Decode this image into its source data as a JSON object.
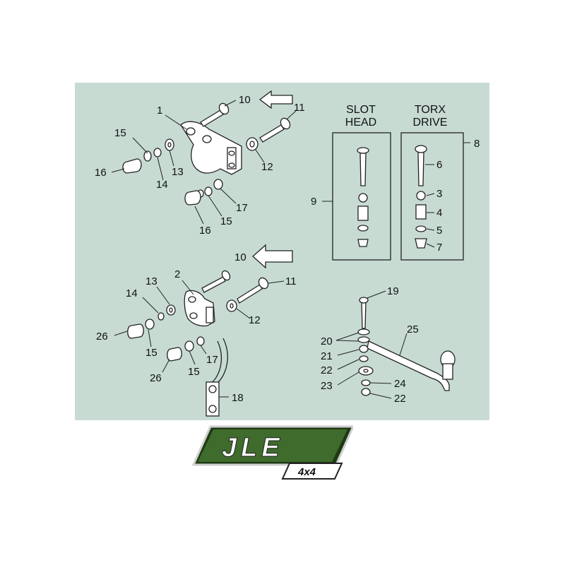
{
  "colors": {
    "panel_bg": "#c7dbd3",
    "logo_green": "#3f6b2c",
    "logo_dark": "#1e3a14"
  },
  "headers": {
    "slot_line1": "SLOT",
    "slot_line2": "HEAD",
    "torx_line1": "TORX",
    "torx_line2": "DRIVE"
  },
  "callouts": {
    "c1": "1",
    "c2": "2",
    "c3": "3",
    "c4": "4",
    "c5": "5",
    "c6": "6",
    "c7": "7",
    "c8": "8",
    "c9": "9",
    "c10a": "10",
    "c10b": "10",
    "c11a": "11",
    "c11b": "11",
    "c12a": "12",
    "c12b": "12",
    "c13a": "13",
    "c13b": "13",
    "c14a": "14",
    "c14b": "14",
    "c15a": "15",
    "c15b": "15",
    "c15c": "15",
    "c15d": "15",
    "c16a": "16",
    "c16b": "16",
    "c17a": "17",
    "c17b": "17",
    "c18": "18",
    "c19": "19",
    "c20": "20",
    "c21": "21",
    "c22a": "22",
    "c22b": "22",
    "c23": "23",
    "c24": "24",
    "c25": "25",
    "c26a": "26",
    "c26b": "26"
  },
  "logo": {
    "main": "JLE",
    "sub": "4x4"
  }
}
